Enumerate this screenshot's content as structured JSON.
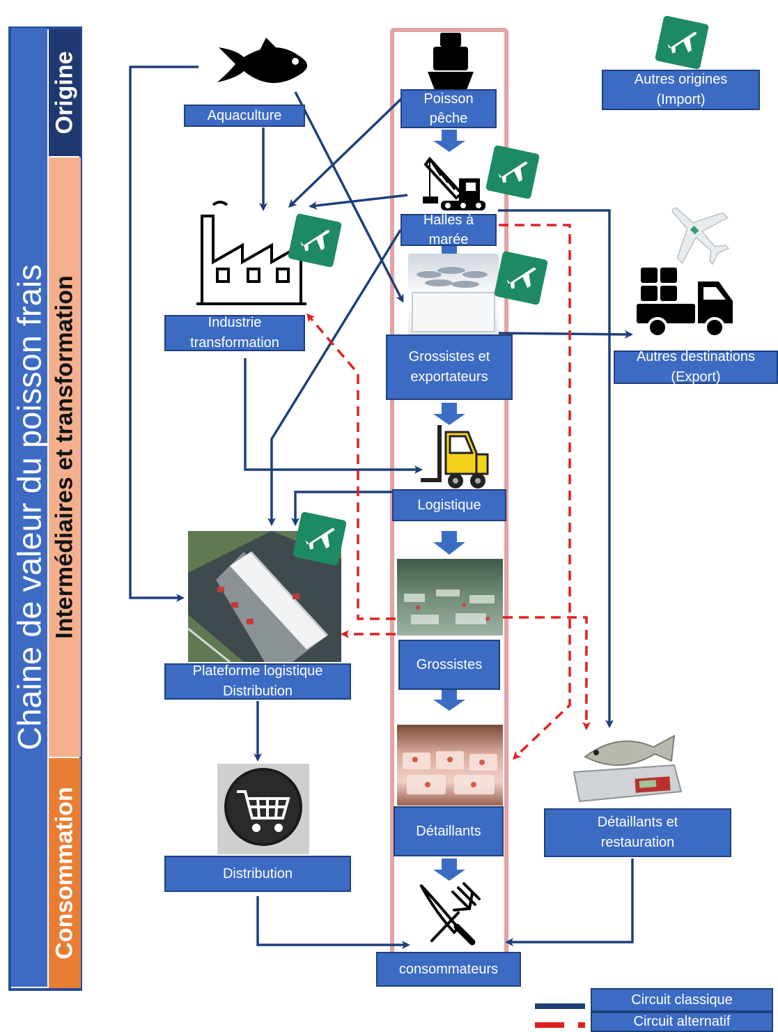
{
  "sidebar": {
    "title": "Chaine de valeur du poisson frais",
    "phases": {
      "origine": "Origine",
      "intermediaires": "Intermédiaires et transformation",
      "consommation": "Consommation"
    }
  },
  "nodes": {
    "aquaculture": "Aquaculture",
    "poisson_peche": "Poisson\npêche",
    "autres_origines": "Autres origines\n(Import)",
    "halles": "Halles à\nmarée",
    "industrie": "Industrie\ntransformation",
    "grossistes_exportateurs": "Grossistes et\nexportateurs",
    "autres_destinations": "Autres destinations\n(Export)",
    "logistique": "Logistique",
    "plateforme": "Plateforme logistique\nDistribution",
    "grossistes": "Grossistes",
    "detaillants": "Détaillants",
    "detaillants_restauration": "Détaillants et\nrestauration",
    "distribution": "Distribution",
    "consommateurs": "consommateurs"
  },
  "legend": {
    "classique": "Circuit classique",
    "alternatif": "Circuit alternatif"
  },
  "colors": {
    "box_fill": "#3c6bc4",
    "classic_arrow": "#1f3f7a",
    "alternative_arrow": "#e02020",
    "import_export_badge": "#1e8a64",
    "center_column_border": "#e3a3a3"
  },
  "icons": [
    "fish-icon",
    "boat-icon",
    "crane-icon",
    "factory-icon",
    "fish-crate-icon",
    "plane-icon",
    "truck-icon",
    "forklift-icon",
    "warehouse-icon",
    "market-hall-icon",
    "fish-counter-icon",
    "fish-on-scale-icon",
    "shopping-cart-icon",
    "knife-fork-icon",
    "import-export-badge-icon"
  ]
}
